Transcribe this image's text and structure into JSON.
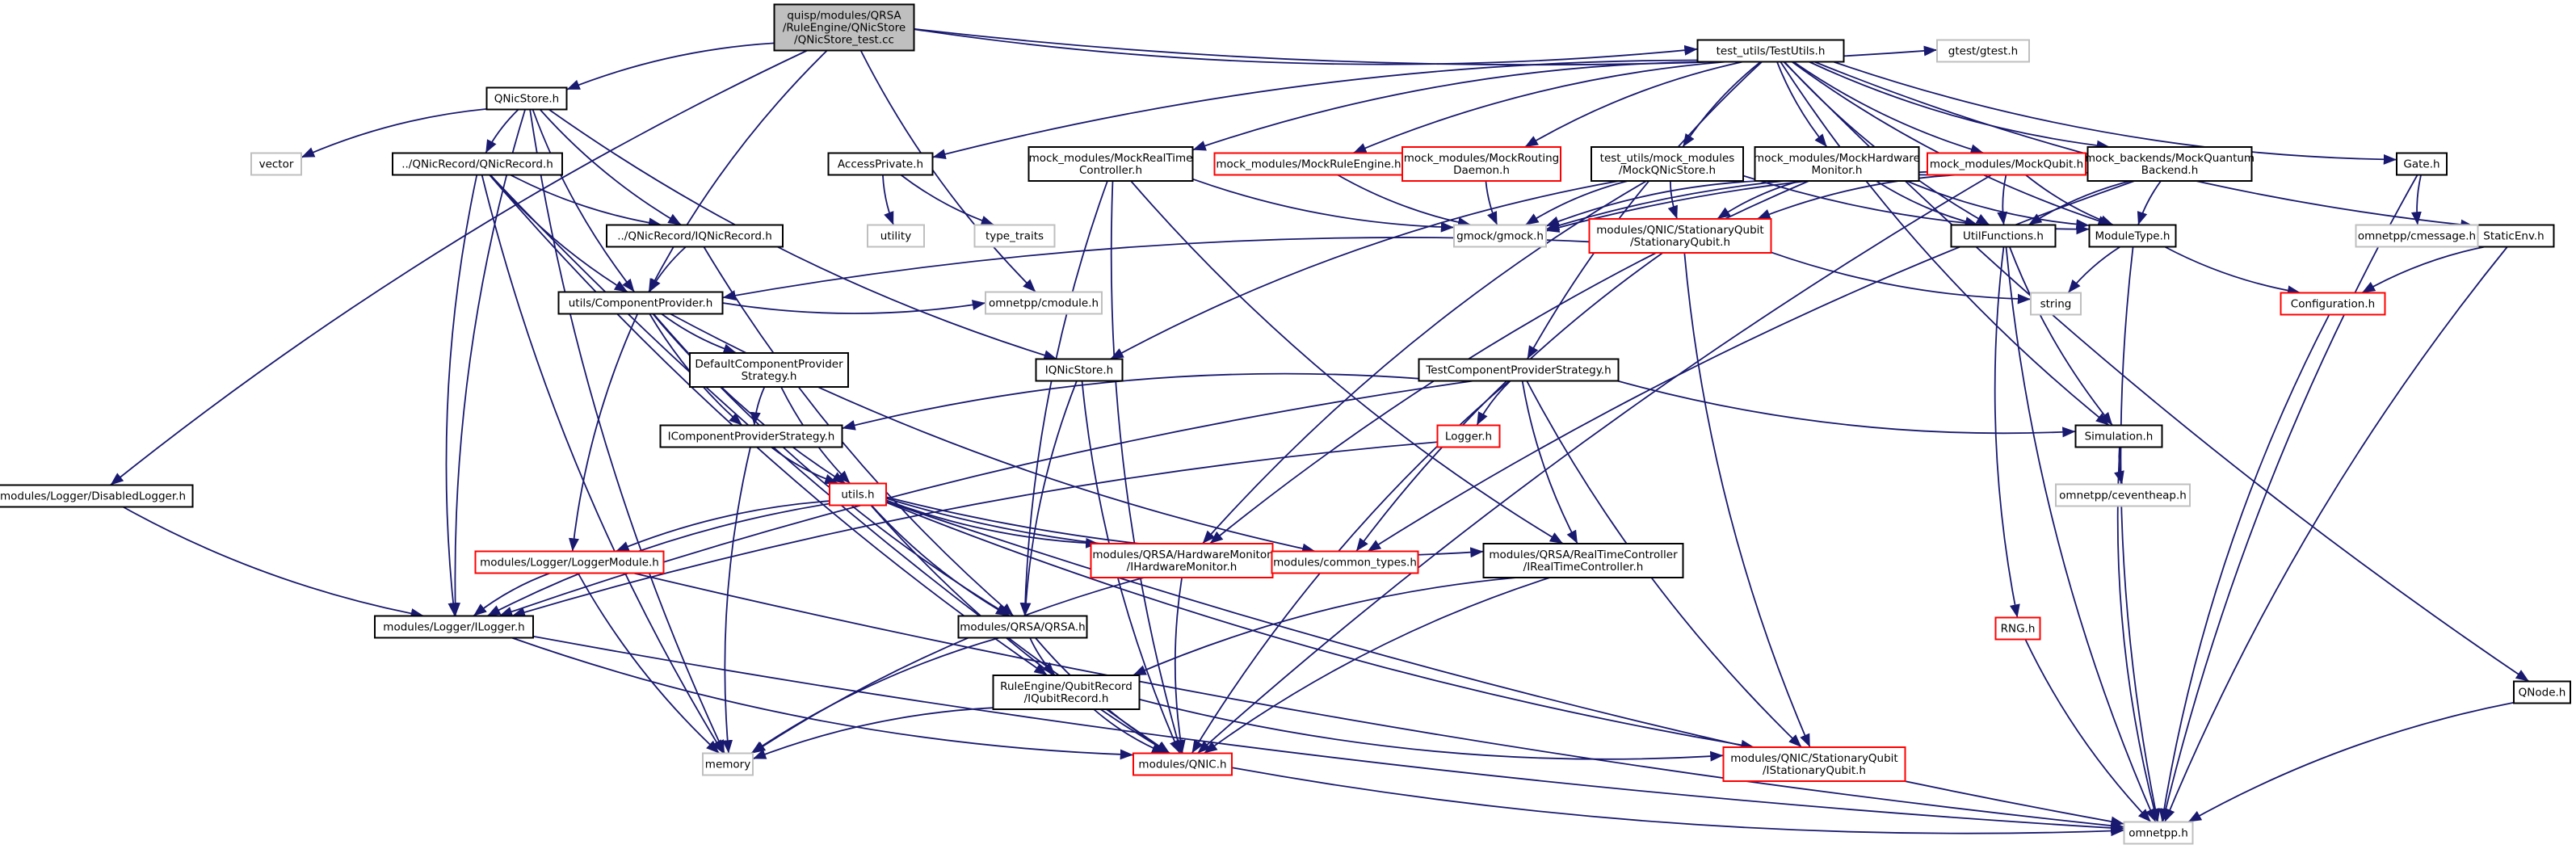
{
  "colors": {
    "edge": "#191970",
    "root_fill": "#bfbfbf",
    "normal_border": "#000000",
    "truncated_border": "#ff0000",
    "external_border": "#bfbfbf",
    "external_text": "#808080"
  },
  "nodes": [
    {
      "id": "root",
      "lines": [
        "quisp/modules/QRSA",
        "/RuleEngine/QNicStore",
        "/QNicStore_test.cc"
      ],
      "kind": "root"
    },
    {
      "id": "disabledlogger",
      "lines": [
        "modules/Logger/DisabledLogger.h"
      ],
      "kind": "normal"
    },
    {
      "id": "qnicstore",
      "lines": [
        "QNicStore.h"
      ],
      "kind": "normal"
    },
    {
      "id": "vector",
      "lines": [
        "vector"
      ],
      "kind": "external"
    },
    {
      "id": "qnicrecord",
      "lines": [
        "../QNicRecord/QNicRecord.h"
      ],
      "kind": "normal"
    },
    {
      "id": "iqnicrecord",
      "lines": [
        "../QNicRecord/IQNicRecord.h"
      ],
      "kind": "normal"
    },
    {
      "id": "componentprovider",
      "lines": [
        "utils/ComponentProvider.h"
      ],
      "kind": "normal"
    },
    {
      "id": "defaultstrategy",
      "lines": [
        "DefaultComponentProvider",
        "Strategy.h"
      ],
      "kind": "normal"
    },
    {
      "id": "icpstrategy",
      "lines": [
        "IComponentProviderStrategy.h"
      ],
      "kind": "normal"
    },
    {
      "id": "utils",
      "lines": [
        "utils.h"
      ],
      "kind": "truncated"
    },
    {
      "id": "loggermodule",
      "lines": [
        "modules/Logger/LoggerModule.h"
      ],
      "kind": "truncated"
    },
    {
      "id": "ilogger",
      "lines": [
        "modules/Logger/ILogger.h"
      ],
      "kind": "normal"
    },
    {
      "id": "memory",
      "lines": [
        "memory"
      ],
      "kind": "external"
    },
    {
      "id": "omnetpp",
      "lines": [
        "omnetpp.h"
      ],
      "kind": "external"
    },
    {
      "id": "cmodule",
      "lines": [
        "omnetpp/cmodule.h"
      ],
      "kind": "external"
    },
    {
      "id": "iqnicstore",
      "lines": [
        "IQNicStore.h"
      ],
      "kind": "normal"
    },
    {
      "id": "qrsa",
      "lines": [
        "modules/QRSA/QRSA.h"
      ],
      "kind": "normal"
    },
    {
      "id": "iqubitrecord",
      "lines": [
        "RuleEngine/QubitRecord",
        "/IQubitRecord.h"
      ],
      "kind": "normal"
    },
    {
      "id": "qnic",
      "lines": [
        "modules/QNIC.h"
      ],
      "kind": "truncated"
    },
    {
      "id": "ihardwaremonitor",
      "lines": [
        "modules/QRSA/HardwareMonitor",
        "/IHardwareMonitor.h"
      ],
      "kind": "truncated"
    },
    {
      "id": "commontypes",
      "lines": [
        "modules/common_types.h"
      ],
      "kind": "truncated"
    },
    {
      "id": "irealtimecontroller",
      "lines": [
        "modules/QRSA/RealTimeController",
        "/IRealTimeController.h"
      ],
      "kind": "normal"
    },
    {
      "id": "istationaryqubit",
      "lines": [
        "modules/QNIC/StationaryQubit",
        "/IStationaryQubit.h"
      ],
      "kind": "truncated"
    },
    {
      "id": "testutils",
      "lines": [
        "test_utils/TestUtils.h"
      ],
      "kind": "normal"
    },
    {
      "id": "gtest",
      "lines": [
        "gtest/gtest.h"
      ],
      "kind": "external"
    },
    {
      "id": "accessprivate",
      "lines": [
        "AccessPrivate.h"
      ],
      "kind": "normal"
    },
    {
      "id": "utility",
      "lines": [
        "utility"
      ],
      "kind": "external"
    },
    {
      "id": "typetraits",
      "lines": [
        "type_traits"
      ],
      "kind": "external"
    },
    {
      "id": "mockrtc",
      "lines": [
        "mock_modules/MockRealTime",
        "Controller.h"
      ],
      "kind": "normal"
    },
    {
      "id": "mockruleengine",
      "lines": [
        "mock_modules/MockRuleEngine.h"
      ],
      "kind": "truncated"
    },
    {
      "id": "mockrouting",
      "lines": [
        "mock_modules/MockRouting",
        "Daemon.h"
      ],
      "kind": "truncated"
    },
    {
      "id": "mockqnicstore",
      "lines": [
        "test_utils/mock_modules",
        "/MockQNicStore.h"
      ],
      "kind": "normal"
    },
    {
      "id": "mockhwmonitor",
      "lines": [
        "mock_modules/MockHardware",
        "Monitor.h"
      ],
      "kind": "normal"
    },
    {
      "id": "mockqubit",
      "lines": [
        "mock_modules/MockQubit.h"
      ],
      "kind": "truncated"
    },
    {
      "id": "mockbackend",
      "lines": [
        "mock_backends/MockQuantum",
        "Backend.h"
      ],
      "kind": "normal"
    },
    {
      "id": "gate",
      "lines": [
        "Gate.h"
      ],
      "kind": "normal"
    },
    {
      "id": "staticenv",
      "lines": [
        "StaticEnv.h"
      ],
      "kind": "normal"
    },
    {
      "id": "gmock",
      "lines": [
        "gmock/gmock.h"
      ],
      "kind": "external"
    },
    {
      "id": "stationaryqubit",
      "lines": [
        "modules/QNIC/StationaryQubit",
        "/StationaryQubit.h"
      ],
      "kind": "truncated"
    },
    {
      "id": "utilfunctions",
      "lines": [
        "UtilFunctions.h"
      ],
      "kind": "normal"
    },
    {
      "id": "moduletype",
      "lines": [
        "ModuleType.h"
      ],
      "kind": "normal"
    },
    {
      "id": "cmessage",
      "lines": [
        "omnetpp/cmessage.h"
      ],
      "kind": "external"
    },
    {
      "id": "string",
      "lines": [
        "string"
      ],
      "kind": "external"
    },
    {
      "id": "configuration",
      "lines": [
        "Configuration.h"
      ],
      "kind": "truncated"
    },
    {
      "id": "tcpstrategy",
      "lines": [
        "TestComponentProviderStrategy.h"
      ],
      "kind": "normal"
    },
    {
      "id": "logger",
      "lines": [
        "Logger.h"
      ],
      "kind": "truncated"
    },
    {
      "id": "simulation",
      "lines": [
        "Simulation.h"
      ],
      "kind": "normal"
    },
    {
      "id": "ceventheap",
      "lines": [
        "omnetpp/ceventheap.h"
      ],
      "kind": "external"
    },
    {
      "id": "rng",
      "lines": [
        "RNG.h"
      ],
      "kind": "truncated"
    },
    {
      "id": "qnode",
      "lines": [
        "QNode.h"
      ],
      "kind": "normal"
    }
  ],
  "edges": [
    [
      "root",
      "qnicstore"
    ],
    [
      "root",
      "testutils"
    ],
    [
      "root",
      "gtest"
    ],
    [
      "root",
      "disabledlogger"
    ],
    [
      "root",
      "componentprovider"
    ],
    [
      "root",
      "cmodule"
    ],
    [
      "disabledlogger",
      "ilogger"
    ],
    [
      "qnicstore",
      "vector"
    ],
    [
      "qnicstore",
      "qnicrecord"
    ],
    [
      "qnicstore",
      "iqnicrecord"
    ],
    [
      "qnicstore",
      "componentprovider"
    ],
    [
      "qnicstore",
      "iqnicstore"
    ],
    [
      "qnicstore",
      "ilogger"
    ],
    [
      "qnicstore",
      "memory"
    ],
    [
      "qnicrecord",
      "iqnicrecord"
    ],
    [
      "qnicrecord",
      "componentprovider"
    ],
    [
      "qnicrecord",
      "ilogger"
    ],
    [
      "qnicrecord",
      "memory"
    ],
    [
      "qnicrecord",
      "qnic"
    ],
    [
      "qnicrecord",
      "iqubitrecord"
    ],
    [
      "iqnicrecord",
      "componentprovider"
    ],
    [
      "iqnicrecord",
      "qrsa"
    ],
    [
      "componentprovider",
      "defaultstrategy"
    ],
    [
      "componentprovider",
      "icpstrategy"
    ],
    [
      "componentprovider",
      "utils"
    ],
    [
      "componentprovider",
      "loggermodule"
    ],
    [
      "componentprovider",
      "cmodule"
    ],
    [
      "componentprovider",
      "commontypes"
    ],
    [
      "componentprovider",
      "qrsa"
    ],
    [
      "defaultstrategy",
      "icpstrategy"
    ],
    [
      "defaultstrategy",
      "utils"
    ],
    [
      "icpstrategy",
      "utils"
    ],
    [
      "icpstrategy",
      "memory"
    ],
    [
      "utils",
      "ilogger"
    ],
    [
      "utils",
      "loggermodule"
    ],
    [
      "utils",
      "ihardwaremonitor"
    ],
    [
      "utils",
      "commontypes"
    ],
    [
      "utils",
      "irealtimecontroller"
    ],
    [
      "utils",
      "istationaryqubit"
    ],
    [
      "utils",
      "qnic"
    ],
    [
      "utils",
      "omnetpp"
    ],
    [
      "utils",
      "qrsa"
    ],
    [
      "loggermodule",
      "ilogger"
    ],
    [
      "loggermodule",
      "memory"
    ],
    [
      "loggermodule",
      "omnetpp"
    ],
    [
      "ilogger",
      "omnetpp"
    ],
    [
      "ilogger",
      "qnic"
    ],
    [
      "iqnicstore",
      "qrsa"
    ],
    [
      "iqnicstore",
      "qnic"
    ],
    [
      "qrsa",
      "iqubitrecord"
    ],
    [
      "qrsa",
      "qnic"
    ],
    [
      "qrsa",
      "memory"
    ],
    [
      "iqubitrecord",
      "qnic"
    ],
    [
      "iqubitrecord",
      "istationaryqubit"
    ],
    [
      "iqubitrecord",
      "memory"
    ],
    [
      "ihardwaremonitor",
      "qnic"
    ],
    [
      "ihardwaremonitor",
      "memory"
    ],
    [
      "irealtimecontroller",
      "qnic"
    ],
    [
      "irealtimecontroller",
      "iqubitrecord"
    ],
    [
      "qnic",
      "omnetpp"
    ],
    [
      "testutils",
      "accessprivate"
    ],
    [
      "testutils",
      "mockrtc"
    ],
    [
      "testutils",
      "mockruleengine"
    ],
    [
      "testutils",
      "mockrouting"
    ],
    [
      "testutils",
      "mockqnicstore"
    ],
    [
      "testutils",
      "mockhwmonitor"
    ],
    [
      "testutils",
      "mockqubit"
    ],
    [
      "testutils",
      "mockbackend"
    ],
    [
      "testutils",
      "gate"
    ],
    [
      "testutils",
      "staticenv"
    ],
    [
      "testutils",
      "qnode"
    ],
    [
      "testutils",
      "tcpstrategy"
    ],
    [
      "testutils",
      "simulation"
    ],
    [
      "testutils",
      "utilfunctions"
    ],
    [
      "testutils",
      "moduletype"
    ],
    [
      "accessprivate",
      "utility"
    ],
    [
      "accessprivate",
      "typetraits"
    ],
    [
      "mockrtc",
      "gmock"
    ],
    [
      "mockrtc",
      "irealtimecontroller"
    ],
    [
      "mockrtc",
      "qrsa"
    ],
    [
      "mockrtc",
      "qnic"
    ],
    [
      "mockruleengine",
      "gmock"
    ],
    [
      "mockrouting",
      "gmock"
    ],
    [
      "mockqnicstore",
      "gmock"
    ],
    [
      "mockqnicstore",
      "iqnicstore"
    ],
    [
      "mockqnicstore",
      "stationaryqubit"
    ],
    [
      "mockqnicstore",
      "moduletype"
    ],
    [
      "mockqnicstore",
      "ihardwaremonitor"
    ],
    [
      "mockhwmonitor",
      "gmock"
    ],
    [
      "mockhwmonitor",
      "stationaryqubit"
    ],
    [
      "mockhwmonitor",
      "utilfunctions"
    ],
    [
      "mockhwmonitor",
      "moduletype"
    ],
    [
      "mockhwmonitor",
      "ihardwaremonitor"
    ],
    [
      "mockqubit",
      "gmock"
    ],
    [
      "mockqubit",
      "stationaryqubit"
    ],
    [
      "mockqubit",
      "utilfunctions"
    ],
    [
      "mockqubit",
      "moduletype"
    ],
    [
      "mockqubit",
      "qnic"
    ],
    [
      "mockbackend",
      "utilfunctions"
    ],
    [
      "mockbackend",
      "moduletype"
    ],
    [
      "mockbackend",
      "commontypes"
    ],
    [
      "mockbackend",
      "gmock"
    ],
    [
      "gate",
      "cmessage"
    ],
    [
      "gate",
      "omnetpp"
    ],
    [
      "staticenv",
      "configuration"
    ],
    [
      "staticenv",
      "omnetpp"
    ],
    [
      "stationaryqubit",
      "componentprovider"
    ],
    [
      "stationaryqubit",
      "string"
    ],
    [
      "stationaryqubit",
      "istationaryqubit"
    ],
    [
      "stationaryqubit",
      "commontypes"
    ],
    [
      "utilfunctions",
      "simulation"
    ],
    [
      "utilfunctions",
      "rng"
    ],
    [
      "utilfunctions",
      "omnetpp"
    ],
    [
      "moduletype",
      "string"
    ],
    [
      "moduletype",
      "configuration"
    ],
    [
      "moduletype",
      "omnetpp"
    ],
    [
      "configuration",
      "omnetpp"
    ],
    [
      "tcpstrategy",
      "icpstrategy"
    ],
    [
      "tcpstrategy",
      "logger"
    ],
    [
      "tcpstrategy",
      "simulation"
    ],
    [
      "tcpstrategy",
      "irealtimecontroller"
    ],
    [
      "tcpstrategy",
      "istationaryqubit"
    ],
    [
      "tcpstrategy",
      "qnic"
    ],
    [
      "tcpstrategy",
      "ilogger"
    ],
    [
      "logger",
      "ilogger"
    ],
    [
      "simulation",
      "ceventheap"
    ],
    [
      "simulation",
      "omnetpp"
    ],
    [
      "rng",
      "omnetpp"
    ],
    [
      "qnode",
      "omnetpp"
    ]
  ]
}
